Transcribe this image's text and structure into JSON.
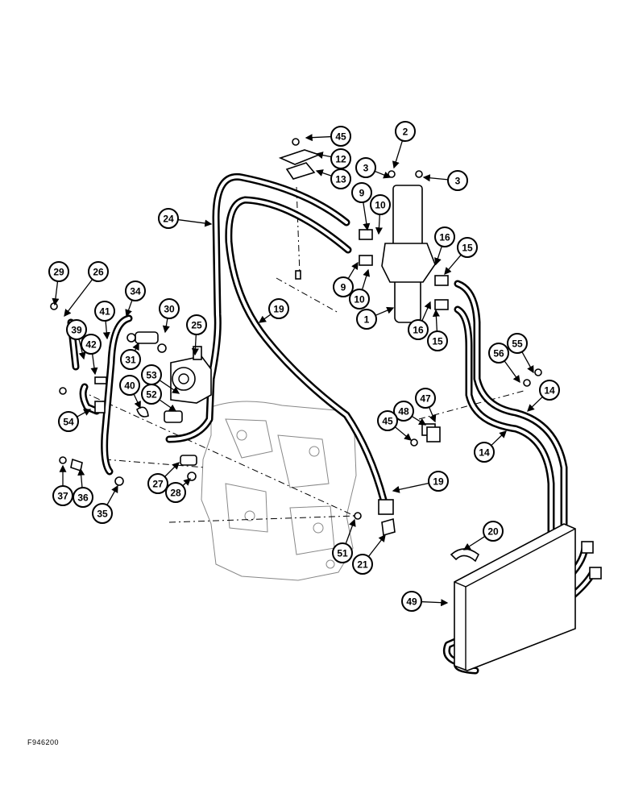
{
  "figure_code": "F946200",
  "callouts": [
    {
      "num": "45",
      "target": "nut-top"
    },
    {
      "num": "12",
      "target": "clamp-plate"
    },
    {
      "num": "13",
      "target": "clamp-block"
    },
    {
      "num": "2",
      "target": "bolts-filter"
    },
    {
      "num": "3",
      "target": "washer-left"
    },
    {
      "num": "3",
      "target": "washer-right"
    },
    {
      "num": "9",
      "target": "fitting-upper"
    },
    {
      "num": "10",
      "target": "o-ring-upper"
    },
    {
      "num": "24",
      "target": "hose-upper"
    },
    {
      "num": "16",
      "target": "o-ring-upper-right"
    },
    {
      "num": "15",
      "target": "fitting-upper-right"
    },
    {
      "num": "9",
      "target": "fitting-lower"
    },
    {
      "num": "10",
      "target": "o-ring-lower"
    },
    {
      "num": "1",
      "target": "filter"
    },
    {
      "num": "16",
      "target": "o-ring-lower-right"
    },
    {
      "num": "15",
      "target": "fitting-lower-right"
    },
    {
      "num": "29",
      "target": "screw"
    },
    {
      "num": "26",
      "target": "hose-small"
    },
    {
      "num": "34",
      "target": "tube-elbow"
    },
    {
      "num": "30",
      "target": "clamps"
    },
    {
      "num": "41",
      "target": "tube"
    },
    {
      "num": "19",
      "target": "hose-middle"
    },
    {
      "num": "25",
      "target": "pump"
    },
    {
      "num": "39",
      "target": "sleeve"
    },
    {
      "num": "42",
      "target": "connector"
    },
    {
      "num": "31",
      "target": "hose-short"
    },
    {
      "num": "53",
      "target": "fitting-pump"
    },
    {
      "num": "40",
      "target": "clip"
    },
    {
      "num": "52",
      "target": "elbow-pump"
    },
    {
      "num": "55",
      "target": "bolt-right"
    },
    {
      "num": "56",
      "target": "washer-right-2"
    },
    {
      "num": "14",
      "target": "hose-lower-right"
    },
    {
      "num": "47",
      "target": "clamp-right"
    },
    {
      "num": "54",
      "target": "fitting-left"
    },
    {
      "num": "48",
      "target": "plate-right"
    },
    {
      "num": "45",
      "target": "nut-right"
    },
    {
      "num": "14",
      "target": "hose-lower-right-2"
    },
    {
      "num": "19",
      "target": "hose-end"
    },
    {
      "num": "37",
      "target": "screw-2"
    },
    {
      "num": "36",
      "target": "bracket"
    },
    {
      "num": "27",
      "target": "fitting-valve"
    },
    {
      "num": "28",
      "target": "o-ring-valve"
    },
    {
      "num": "35",
      "target": "o-ring-tube"
    },
    {
      "num": "51",
      "target": "hose-clamp"
    },
    {
      "num": "21",
      "target": "o-ring-elbow"
    },
    {
      "num": "20",
      "target": "elbow"
    },
    {
      "num": "49",
      "target": "cooler"
    }
  ]
}
